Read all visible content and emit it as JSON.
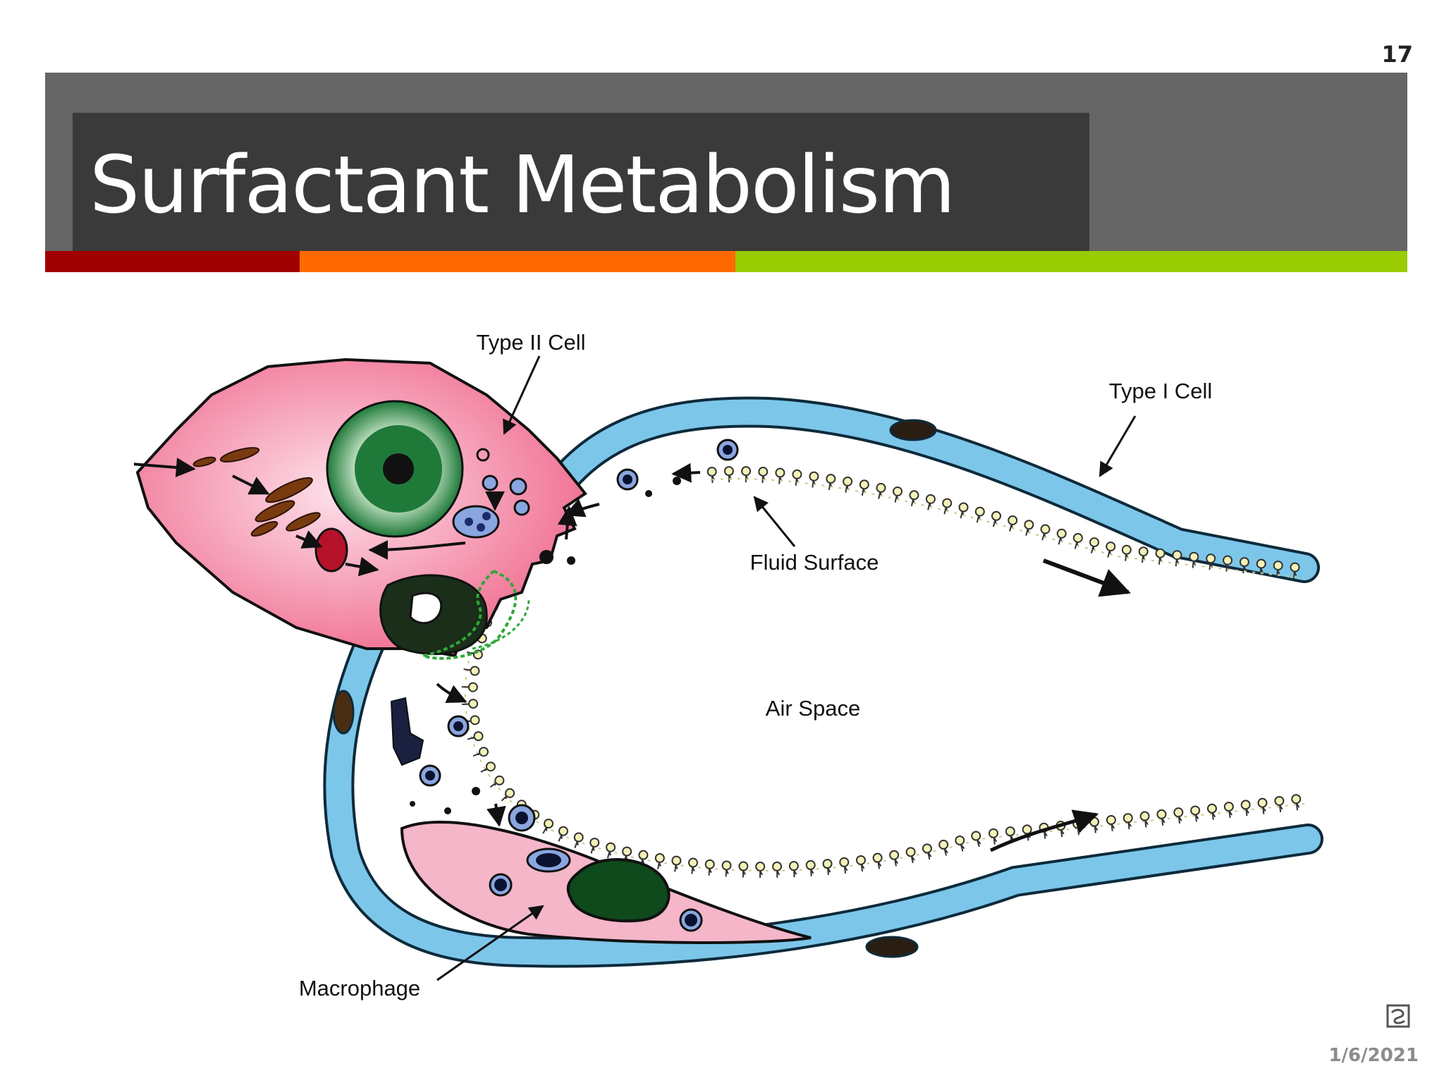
{
  "slide": {
    "title": "Surfactant Metabolism",
    "page_number": "17",
    "date": "1/6/2021"
  },
  "colors": {
    "header_band": "#666666",
    "title_box": "#3a3a3a",
    "accent_red": "#a00000",
    "accent_orange": "#ff6a00",
    "accent_green": "#99cc00",
    "type2_cell": "#f06a8e",
    "type1_cell": "#7cc6ea",
    "nucleus": "#1f7a3a",
    "macrophage": "#f4b6c8"
  },
  "diagram": {
    "labels": {
      "type2_cell": "Type II Cell",
      "type1_cell": "Type I Cell",
      "fluid_surface": "Fluid Surface",
      "air_space": "Air Space",
      "macrophage": "Macrophage"
    }
  },
  "icons": {
    "logo": "presentation-logo-icon"
  }
}
